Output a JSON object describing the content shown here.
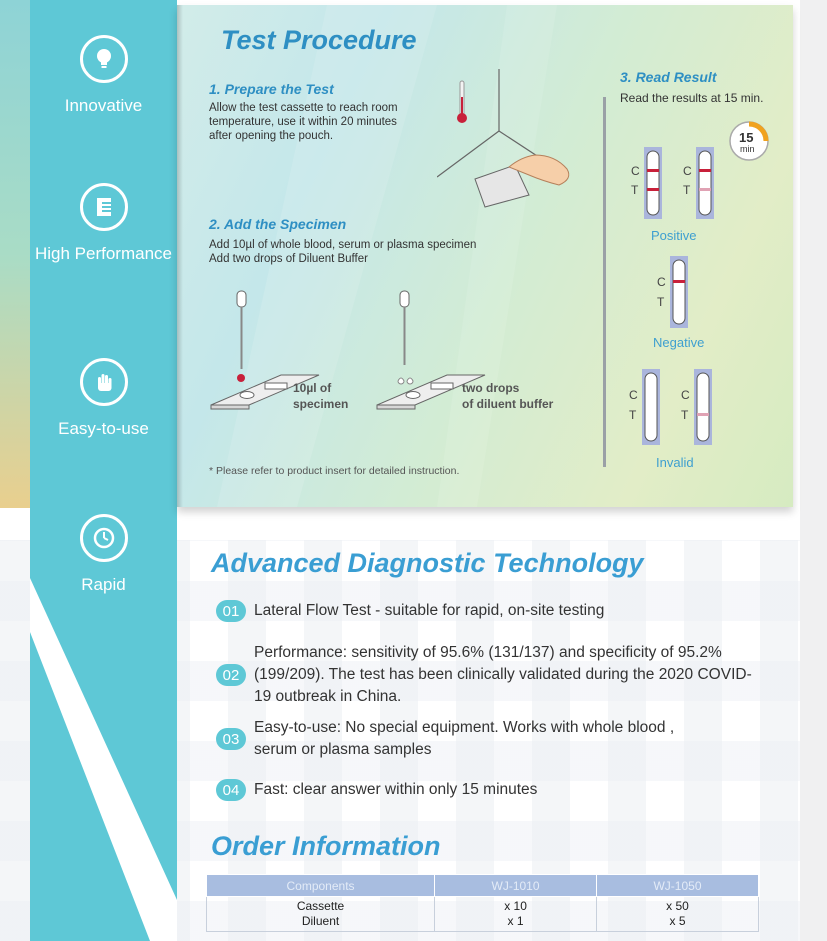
{
  "features": [
    {
      "label": "Innovative",
      "icon": "lightbulb-icon"
    },
    {
      "label": "High Performance",
      "icon": "document-icon"
    },
    {
      "label": "Easy-to-use",
      "icon": "hand-icon"
    },
    {
      "label": "Rapid",
      "icon": "clock-icon"
    }
  ],
  "procedure": {
    "title": "Test Procedure",
    "step1": {
      "heading": "1. Prepare the Test",
      "lines": [
        "Allow the test cassette to reach room",
        "temperature, use it within 20 minutes",
        "after opening the pouch."
      ]
    },
    "step2": {
      "heading": "2. Add the Specimen",
      "lines": [
        "Add 10µl of whole blood, serum or plasma specimen",
        "Add two drops of Diluent Buffer"
      ],
      "caption_specimen": [
        "10µl of",
        "specimen"
      ],
      "caption_buffer": [
        "two drops",
        "of diluent buffer"
      ]
    },
    "step3": {
      "heading": "3. Read Result",
      "text": "Read the results at 15 min.",
      "clock_number": "15",
      "clock_unit": "min",
      "line_c": "C",
      "line_t": "T",
      "positive": "Positive",
      "negative": "Negative",
      "invalid": "Invalid"
    },
    "note": "* Please refer to product insert for detailed instruction."
  },
  "technology": {
    "title": "Advanced Diagnostic Technology",
    "items": [
      {
        "num": "01",
        "text": "Lateral Flow Test -  suitable for rapid, on-site testing"
      },
      {
        "num": "02",
        "text": "Performance: sensitivity of 95.6% (131/137) and specificity of 95.2% (199/209). The test has been clinically validated during the 2020 COVID-19 outbreak in China."
      },
      {
        "num": "03",
        "text": "Easy-to-use: No special equipment. Works with whole blood , serum or plasma samples"
      },
      {
        "num": "04",
        "text": "Fast: clear answer within only 15 minutes"
      }
    ]
  },
  "order": {
    "title": "Order Information",
    "headers": [
      "Components",
      "WJ-1010",
      "WJ-1050"
    ],
    "rows": [
      [
        "Cassette",
        "x 10",
        "x 50"
      ],
      [
        "Diluent",
        "x 1",
        "x 5"
      ]
    ]
  },
  "colors": {
    "teal": "#5ec8d6",
    "blue_heading": "#3a9ed3",
    "red_line": "#c8203a",
    "pink_line": "#e0a2b4"
  }
}
